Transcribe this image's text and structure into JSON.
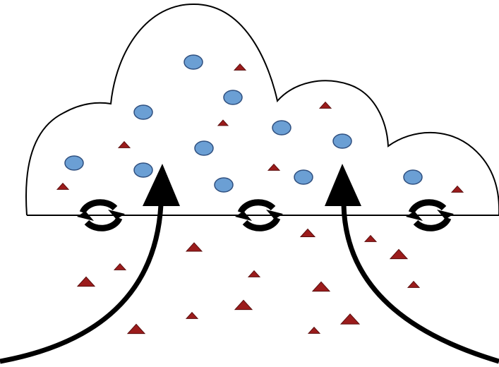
{
  "colors": {
    "background": "#ffffff",
    "outline": "#000000",
    "circle_fill": "#6b9fd4",
    "circle_stroke": "#2f4f7f",
    "triangle_fill": "#9b1c1c",
    "triangle_stroke": "#5a0d0d",
    "arrow": "#000000"
  },
  "elements": {
    "cloud": "cumulus-cloud-outline",
    "boundary": "horizontal-boundary-line",
    "updrafts": [
      "updraft-arrow-left",
      "updraft-arrow-right"
    ],
    "eddies": [
      "turbulent-eddy-left",
      "turbulent-eddy-middle",
      "turbulent-eddy-right"
    ],
    "particles": [
      "blue-circle-particle",
      "red-triangle-particle"
    ]
  }
}
